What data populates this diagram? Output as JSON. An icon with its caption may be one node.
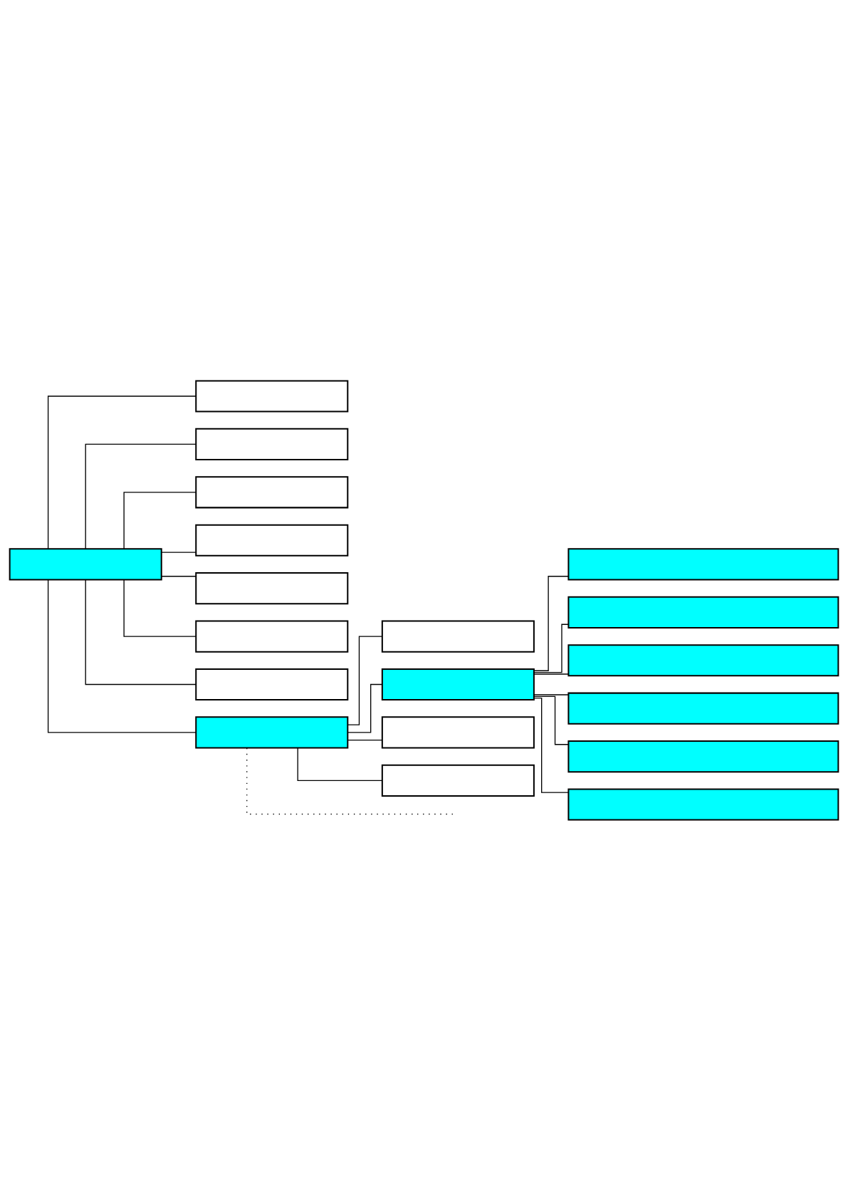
{
  "diagram": {
    "nodes": [
      {
        "text": [],
        "shape": "box"
      },
      {
        "text": [],
        "shape": "box"
      },
      {
        "text": [],
        "shape": "box"
      },
      {
        "text": [],
        "shape": "box"
      },
      {
        "text": [],
        "shape": "box"
      },
      {
        "text": [],
        "shape": "box"
      },
      {
        "text": [],
        "shape": "box"
      },
      {
        "text": [],
        "shape": "box"
      },
      {
        "text": [],
        "shape": "box"
      },
      {
        "text": [],
        "shape": "box"
      },
      {
        "text": [],
        "shape": "box"
      },
      {
        "text": [],
        "shape": "box"
      },
      {
        "text": [],
        "shape": "box"
      },
      {
        "text": [],
        "shape": "box"
      },
      {
        "text": [],
        "shape": "box"
      },
      {
        "text": [],
        "shape": "box"
      },
      {
        "text": [],
        "shape": "box"
      },
      {
        "text": [],
        "shape": "box"
      },
      {
        "text": [],
        "shape": "box"
      }
    ],
    "edges": [
      {
        "from": 0,
        "to": 1,
        "arrow": "none"
      },
      {
        "from": 0,
        "to": 2,
        "arrow": "none"
      },
      {
        "from": 0,
        "to": 3,
        "arrow": "none"
      },
      {
        "from": 0,
        "to": 4,
        "arrow": "none"
      },
      {
        "from": 0,
        "to": 5,
        "arrow": "none"
      },
      {
        "from": 0,
        "to": 6,
        "arrow": "none"
      },
      {
        "from": 0,
        "to": 7,
        "arrow": "none"
      },
      {
        "from": 0,
        "to": 8,
        "arrow": "none"
      },
      {
        "from": 8,
        "to": 9,
        "arrow": "none"
      },
      {
        "from": 8,
        "to": 10,
        "arrow": "none"
      },
      {
        "from": 10,
        "to": 13,
        "arrow": "none"
      },
      {
        "from": 10,
        "to": 14,
        "arrow": "none"
      },
      {
        "from": 10,
        "to": 15,
        "arrow": "none"
      },
      {
        "from": 10,
        "to": 16,
        "arrow": "none"
      },
      {
        "from": 10,
        "to": 17,
        "arrow": "none"
      },
      {
        "from": 10,
        "to": 18,
        "arrow": "none"
      },
      {
        "from": 8,
        "to": 11,
        "arrow": "none"
      },
      {
        "from": 8,
        "to": 12,
        "arrow": "none"
      },
      {
        "from": 8,
        "to": null,
        "arrow": "none",
        "style": "dashed"
      }
    ]
  }
}
